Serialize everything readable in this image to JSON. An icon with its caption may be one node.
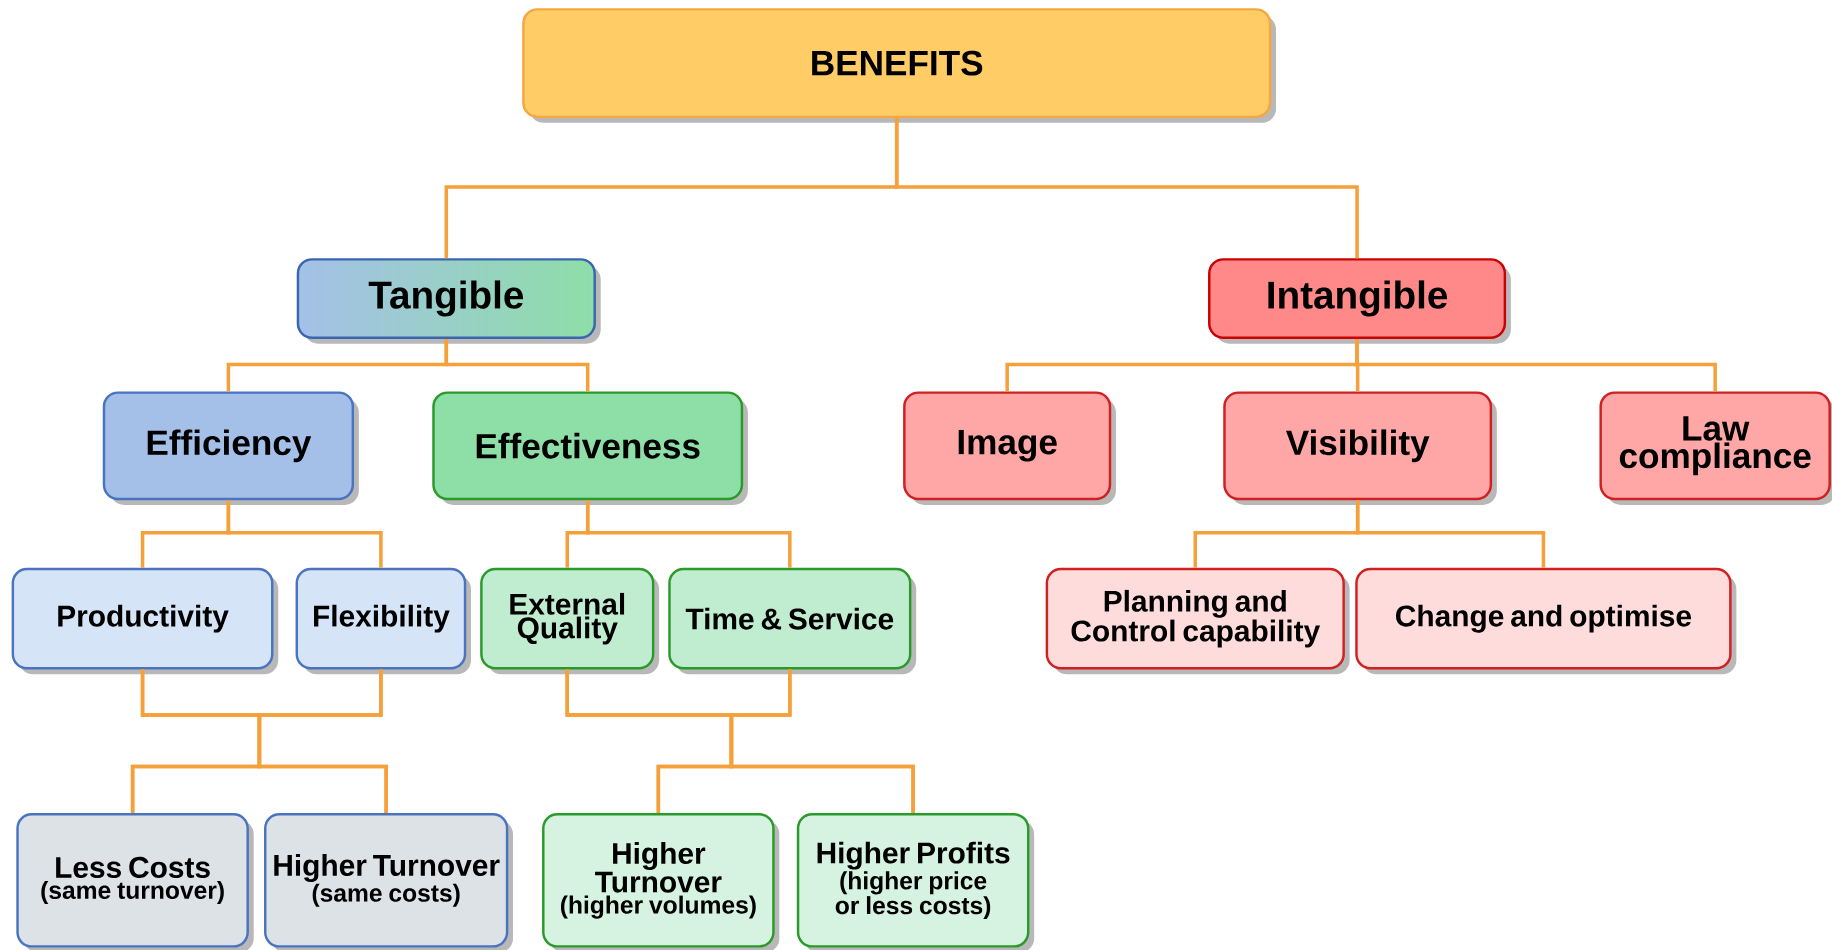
{
  "diagram": {
    "nodes": [
      {
        "text": [
          "BENEFITS"
        ]
      },
      {
        "text": [
          "Tangible"
        ]
      },
      {
        "text": [
          "Intangible"
        ]
      },
      {
        "text": [
          "Efficiency"
        ]
      },
      {
        "text": [
          "Effectiveness"
        ]
      },
      {
        "text": [
          "Image"
        ]
      },
      {
        "text": [
          "Visibility"
        ]
      },
      {
        "text": [
          "Law compliance"
        ]
      },
      {
        "text": [
          "Productivity"
        ]
      },
      {
        "text": [
          "Flexibility"
        ]
      },
      {
        "text": [
          "External Quality"
        ]
      },
      {
        "text": [
          "Time & Service"
        ]
      },
      {
        "text": [
          "Planning and Control capability"
        ]
      },
      {
        "text": [
          "Change and optimise"
        ]
      },
      {
        "text": [
          "Less Costs",
          "(same turnover)"
        ]
      },
      {
        "text": [
          "Higher Turnover",
          "(same costs)"
        ]
      },
      {
        "text": [
          "Higher Turnover",
          "(higher volumes)"
        ]
      },
      {
        "text": [
          "Higher Profits",
          "(higher price or less costs)"
        ]
      }
    ],
    "edges": [
      {
        "from": 0,
        "to": 1,
        "arrow": "none"
      },
      {
        "from": 0,
        "to": 2,
        "arrow": "none"
      },
      {
        "from": 1,
        "to": 3,
        "arrow": "none"
      },
      {
        "from": 1,
        "to": 4,
        "arrow": "none"
      },
      {
        "from": 2,
        "to": 5,
        "arrow": "none"
      },
      {
        "from": 2,
        "to": 6,
        "arrow": "none"
      },
      {
        "from": 2,
        "to": 7,
        "arrow": "none"
      },
      {
        "from": 3,
        "to": 8,
        "arrow": "none"
      },
      {
        "from": 3,
        "to": 9,
        "arrow": "none"
      },
      {
        "from": 4,
        "to": 10,
        "arrow": "none"
      },
      {
        "from": 4,
        "to": 11,
        "arrow": "none"
      },
      {
        "from": 6,
        "to": 12,
        "arrow": "none"
      },
      {
        "from": 6,
        "to": 13,
        "arrow": "none"
      },
      {
        "from": 8,
        "to": 14,
        "arrow": "none"
      },
      {
        "from": 8,
        "to": 15,
        "arrow": "none"
      },
      {
        "from": 9,
        "to": 14,
        "arrow": "none"
      },
      {
        "from": 9,
        "to": 15,
        "arrow": "none"
      },
      {
        "from": 10,
        "to": 16,
        "arrow": "none"
      },
      {
        "from": 10,
        "to": 17,
        "arrow": "none"
      },
      {
        "from": 11,
        "to": 16,
        "arrow": "none"
      },
      {
        "from": 11,
        "to": 17,
        "arrow": "none"
      }
    ]
  }
}
